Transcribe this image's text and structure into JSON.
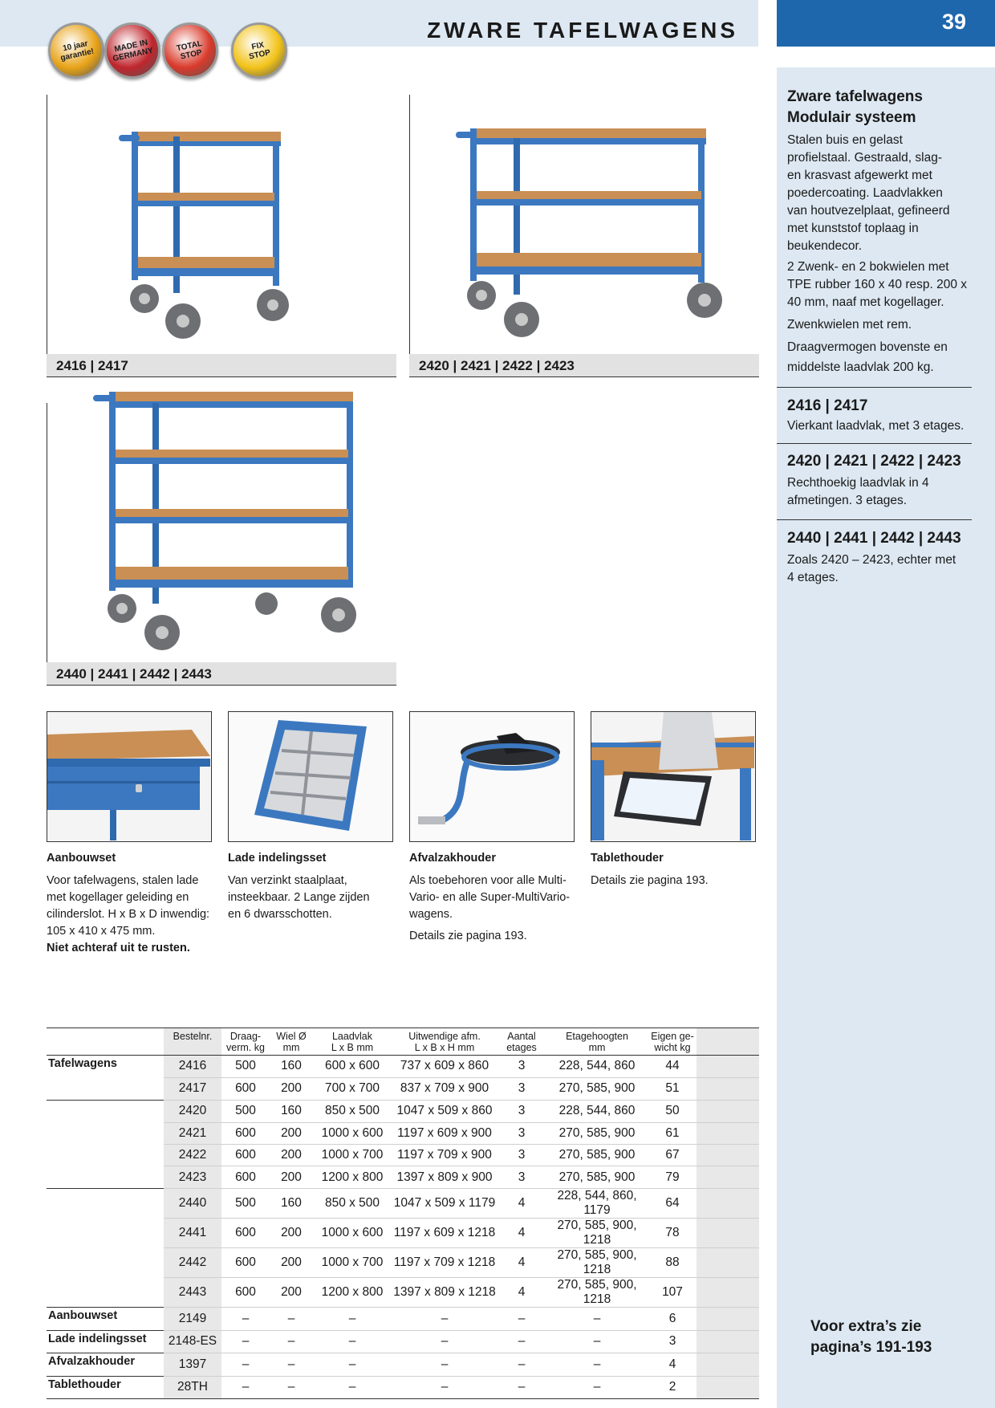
{
  "header": {
    "title": "ZWARE TAFELWAGENS",
    "page_number": "39",
    "badges": [
      {
        "name": "garantie-badge",
        "line1": "10 jaar",
        "line2": "garantie!",
        "color": "#e8a317"
      },
      {
        "name": "made-in-germany-badge",
        "line1": "MADE IN",
        "line2": "GERMANY",
        "color": "#c0262d"
      },
      {
        "name": "totalstop-badge",
        "line1": "TOTAL",
        "line2": "STOP",
        "color": "#d93a2b"
      },
      {
        "name": "fixstop-badge",
        "line1": "FIX",
        "line2": "STOP",
        "color": "#f2c318"
      }
    ]
  },
  "products": [
    {
      "caption": "2416 | 2417"
    },
    {
      "caption": "2420 | 2421 | 2422 | 2423"
    },
    {
      "caption": "2440 | 2441 | 2442 | 2443"
    }
  ],
  "sidebar": {
    "heading_line1": "Zware tafelwagens",
    "heading_line2": "Modulair systeem",
    "para1_lines": [
      "Stalen buis en gelast",
      "profielstaal. Gestraald, slag-",
      "en krasvast afgewerkt met",
      "poedercoating. Laadvlakken",
      "van houtvezelplaat, gefineerd",
      "met kunststof toplaag in",
      "beukendecor."
    ],
    "para2_lines": [
      "2 Zwenk- en 2 bokwielen met",
      "TPE rubber  160 x 40 resp. 200 x",
      "40 mm, naaf met kogellager."
    ],
    "para3": "Zwenkwielen met rem.",
    "para4_lines": [
      "Draagvermogen bovenste en",
      "middelste laadvlak 200 kg."
    ],
    "variants": [
      {
        "title": "2416 | 2417",
        "lines": [
          "Vierkant laadvlak, met 3 etages."
        ]
      },
      {
        "title": "2420 | 2421 | 2422 | 2423",
        "lines": [
          "Rechthoekig laadvlak in 4",
          "afmetingen. 3 etages."
        ]
      },
      {
        "title": "2440 | 2441 | 2442 | 2443",
        "lines": [
          "Zoals 2420 – 2423, echter met",
          "4 etages."
        ]
      }
    ],
    "extra_line1": "Voor extra’s zie",
    "extra_line2": "pagina’s 191-193"
  },
  "accessories": [
    {
      "title": "Aanbouwset",
      "lines": [
        "Voor tafelwagens, stalen lade",
        "met kogellager geleiding en",
        "cilinderslot. H x B x D inwendig:",
        "105 x 410 x 475 mm."
      ],
      "bold_line": "Niet achteraf uit te rusten."
    },
    {
      "title": "Lade indelingsset",
      "lines": [
        "Van verzinkt staalplaat,",
        "insteekbaar. 2 Lange zijden",
        "en 6 dwarsschotten."
      ]
    },
    {
      "title": "Afvalzakhouder",
      "lines": [
        "Als toebehoren voor alle Multi-",
        "Vario- en alle Super-MultiVario-",
        "wagens."
      ],
      "extra": "Details zie pagina 193."
    },
    {
      "title": "Tablethouder",
      "lines": [
        "Details zie pagina 193."
      ]
    }
  ],
  "table": {
    "headers": [
      {
        "l1": "",
        "l2": ""
      },
      {
        "l1": "Bestelnr.",
        "l2": ""
      },
      {
        "l1": "Draag-",
        "l2": "verm. kg"
      },
      {
        "l1": "Wiel Ø",
        "l2": "mm"
      },
      {
        "l1": "Laadvlak",
        "l2": "L x B mm"
      },
      {
        "l1": "Uitwendige afm.",
        "l2": "L x B x H mm"
      },
      {
        "l1": "Aantal",
        "l2": "etages"
      },
      {
        "l1": "Etagehoogten",
        "l2": "mm"
      },
      {
        "l1": "Eigen ge-",
        "l2": "wicht kg"
      }
    ],
    "rows": [
      {
        "group": "Tafelwagens",
        "cells": [
          "2416",
          "500",
          "160",
          "600 x 600",
          "737 x 609 x 860",
          "3",
          "228, 544, 860",
          "44"
        ]
      },
      {
        "group": "",
        "cells": [
          "2417",
          "600",
          "200",
          "700 x 700",
          "837 x 709 x 900",
          "3",
          "270, 585, 900",
          "51"
        ]
      },
      {
        "group": "",
        "cells": [
          "2420",
          "500",
          "160",
          "850 x 500",
          "1047 x 509 x 860",
          "3",
          "228, 544, 860",
          "50"
        ]
      },
      {
        "group": "",
        "cells": [
          "2421",
          "600",
          "200",
          "1000 x 600",
          "1197 x 609 x 900",
          "3",
          "270, 585, 900",
          "61"
        ]
      },
      {
        "group": "",
        "cells": [
          "2422",
          "600",
          "200",
          "1000 x 700",
          "1197 x 709 x 900",
          "3",
          "270, 585, 900",
          "67"
        ]
      },
      {
        "group": "",
        "cells": [
          "2423",
          "600",
          "200",
          "1200 x 800",
          "1397 x 809 x 900",
          "3",
          "270, 585, 900",
          "79"
        ]
      },
      {
        "group": "",
        "cells": [
          "2440",
          "500",
          "160",
          "850 x 500",
          "1047 x 509 x 1179",
          "4",
          "228, 544, 860, 1179",
          "64"
        ]
      },
      {
        "group": "",
        "cells": [
          "2441",
          "600",
          "200",
          "1000 x 600",
          "1197 x 609 x 1218",
          "4",
          "270, 585, 900, 1218",
          "78"
        ]
      },
      {
        "group": "",
        "cells": [
          "2442",
          "600",
          "200",
          "1000 x 700",
          "1197 x 709 x 1218",
          "4",
          "270, 585, 900, 1218",
          "88"
        ]
      },
      {
        "group": "",
        "cells": [
          "2443",
          "600",
          "200",
          "1200 x 800",
          "1397 x 809 x 1218",
          "4",
          "270, 585, 900, 1218",
          "107"
        ]
      },
      {
        "group": "Aanbouwset",
        "cells": [
          "2149",
          "–",
          "–",
          "–",
          "–",
          "–",
          "–",
          "6"
        ]
      },
      {
        "group": "Lade indelingsset",
        "cells": [
          "2148-ES",
          "–",
          "–",
          "–",
          "–",
          "–",
          "–",
          "3"
        ]
      },
      {
        "group": "Afvalzakhouder",
        "cells": [
          "1397",
          "–",
          "–",
          "–",
          "–",
          "–",
          "–",
          "4"
        ]
      },
      {
        "group": "Tablethouder",
        "cells": [
          "28TH",
          "–",
          "–",
          "–",
          "–",
          "–",
          "–",
          "2"
        ]
      }
    ]
  },
  "colors": {
    "accent_blue": "#1f67ac",
    "band_blue": "#dde8f2",
    "cart_blue": "#3b78c0",
    "wood": "#c98f55"
  }
}
